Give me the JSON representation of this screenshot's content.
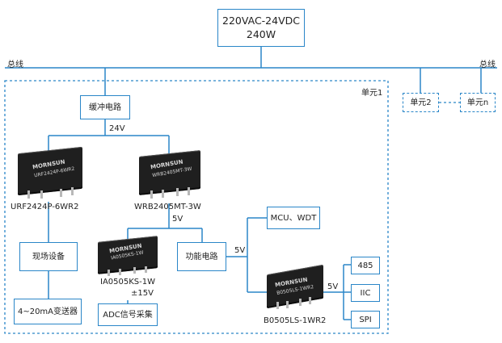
{
  "top_box": {
    "line1": "220VAC-24VDC",
    "line2": "240W"
  },
  "bus_label_left": "总线",
  "bus_label_right": "总线",
  "unit1_label": "单元1",
  "unit2_label": "单元2",
  "unitn_label": "单元n",
  "buffer_box": "缓冲电路",
  "v24_label": "24V",
  "module_urf": {
    "part": "URF2424P-6WR2",
    "brand": "MORNSUN",
    "print": "URF2424P-6WR2"
  },
  "module_wrb": {
    "part": "WRB2405MT-3W",
    "brand": "MORNSUN",
    "print": "WRB2405MT-3W"
  },
  "v5_label_a": "5V",
  "field_device_box": "现场设备",
  "transmitter_box": "4~20mA变送器",
  "module_ia": {
    "part": "IA0505KS-1W",
    "brand": "MORNSUN",
    "print": "IA0505KS-1W"
  },
  "pm15v_label": "±15V",
  "adc_box": "ADC信号采集",
  "function_box": "功能电路",
  "v5_label_b": "5V",
  "mcu_box": "MCU、WDT",
  "module_b0505": {
    "part": "B0505LS-1WR2",
    "brand": "MORNSUN",
    "print": "B0505LS-1WR2"
  },
  "v5_label_c": "5V",
  "box_485": "485",
  "box_iic": "IIC",
  "box_spi": "SPI",
  "colors": {
    "line": "#2a86c8",
    "module": "#1f1f1f"
  }
}
